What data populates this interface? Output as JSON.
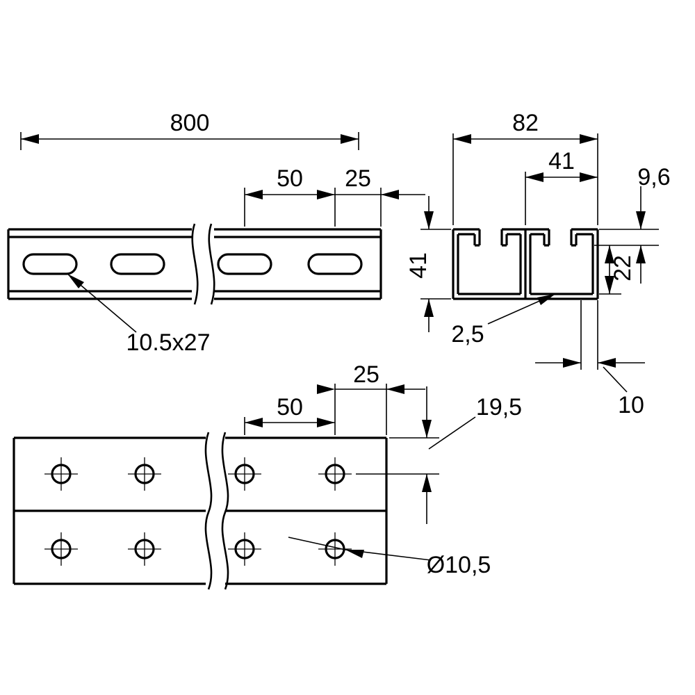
{
  "drawing": {
    "type": "technical-drawing",
    "subject": "strut-channel-mounting-rail",
    "colors": {
      "line": "#000000",
      "background": "#ffffff"
    },
    "side_view": {
      "dim_total_length": "800",
      "dim_slot_spacing": "50",
      "dim_slot_to_end": "25",
      "slot_size_label": "10.5x27"
    },
    "section_view": {
      "dim_overall_width": "82",
      "dim_half_width": "41",
      "dim_lip_depth": "9,6",
      "dim_overall_height": "41",
      "dim_opening": "22",
      "dim_material_thickness": "2,5",
      "dim_return_leg": "10"
    },
    "plan_view": {
      "dim_hole_to_end": "25",
      "dim_hole_spacing": "50",
      "dim_row_edge_offset": "19,5",
      "hole_diameter_label": "Ø10,5"
    }
  }
}
